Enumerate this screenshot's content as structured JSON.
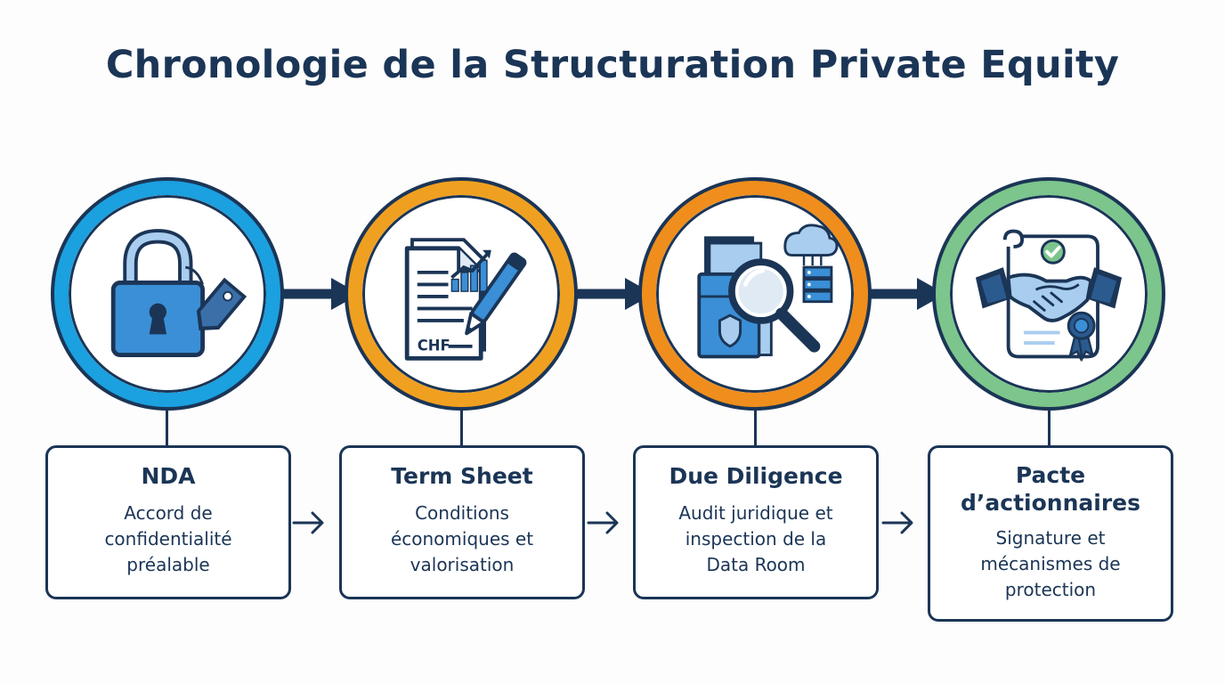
{
  "title": "Chronologie de la Structuration Private Equity",
  "steps": [
    {
      "label": "NDA",
      "description": "Accord de\nconfidentialité\npréalable",
      "icon": "padlock-tag-icon",
      "ring_color": "#1ba0e0"
    },
    {
      "label": "Term Sheet",
      "description": "Conditions\néconomiques et\nvalorisation",
      "icon": "document-pen-chart-icon",
      "icon_text": "CHF",
      "ring_color": "#f0a020"
    },
    {
      "label": "Due Diligence",
      "description": "Audit juridique et\ninspection de la\nData Room",
      "icon": "folders-magnifier-server-icon",
      "ring_color": "#ef8e1c"
    },
    {
      "label": "Pacte\nd’actionnaires",
      "description": "Signature et\nmécanismes de\nprotection",
      "icon": "handshake-certificate-icon",
      "ring_color": "#7cc58c"
    }
  ],
  "colors": {
    "navy": "#1b3556",
    "icon_blue": "#3a8fd6",
    "icon_light": "#a9cdee"
  }
}
